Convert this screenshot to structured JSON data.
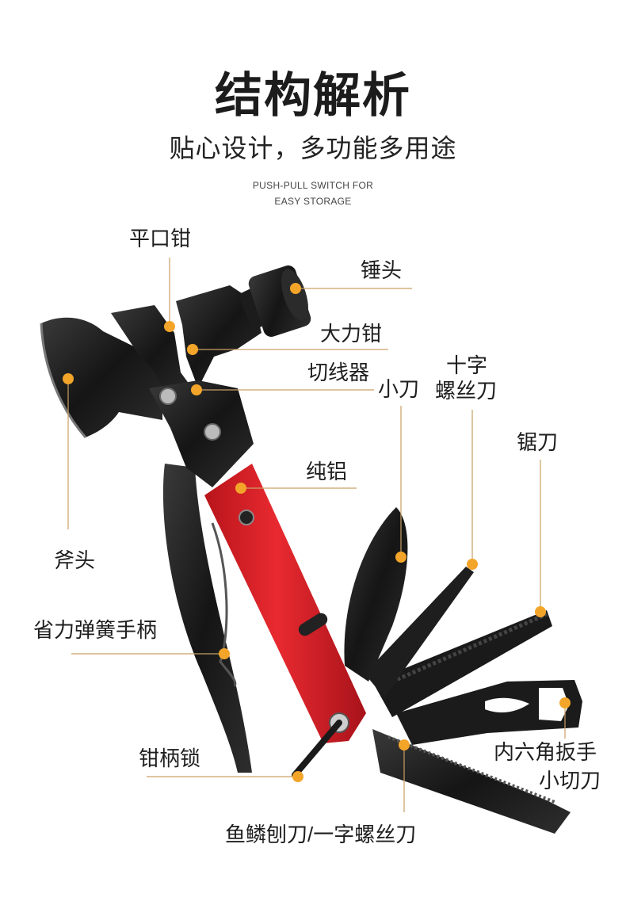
{
  "header": {
    "title": "结构解析",
    "subtitle": "贴心设计，多功能多用途",
    "note_line1": "PUSH-PULL SWITCH FOR",
    "note_line2": "EASY STORAGE"
  },
  "labels": {
    "flat_pliers": "平口钳",
    "hammer_head": "锤头",
    "big_pliers": "大力钳",
    "wire_cutter": "切线器",
    "small_knife": "小刀",
    "cross_screwdriver_1": "十字",
    "cross_screwdriver_2": "螺丝刀",
    "saw": "锯刀",
    "aluminum": "纯铝",
    "axe_head": "斧头",
    "spring_handle": "省力弹簧手柄",
    "handle_lock": "钳柄锁",
    "hex_wrench": "内六角扳手",
    "small_cutter": "小切刀",
    "scaler_flat_screwdriver": "鱼鳞刨刀/一字螺丝刀"
  },
  "colors": {
    "accent_dot": "#f3a52a",
    "leader_line": "#c9a063",
    "tool_metal": "#202020",
    "handle_red": "#e3222a"
  }
}
